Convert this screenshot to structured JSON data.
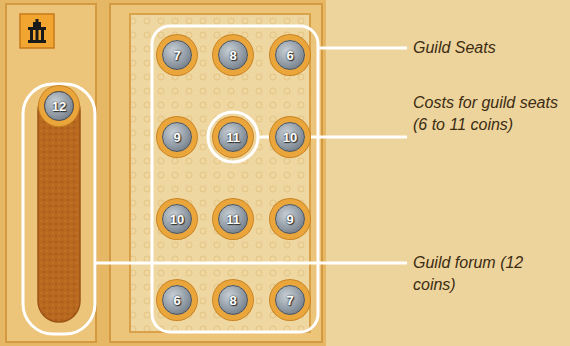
{
  "diagram": {
    "nodes": [
      {
        "text": [
          "7"
        ]
      },
      {
        "text": [
          "8"
        ]
      },
      {
        "text": [
          "6"
        ]
      },
      {
        "text": [
          "12"
        ]
      },
      {
        "text": [
          "9"
        ]
      },
      {
        "text": [
          "11"
        ]
      },
      {
        "text": [
          "10"
        ]
      },
      {
        "text": [
          "10"
        ]
      },
      {
        "text": [
          "11"
        ]
      },
      {
        "text": [
          "9"
        ]
      },
      {
        "text": [
          "6"
        ]
      },
      {
        "text": [
          "8"
        ]
      },
      {
        "text": [
          "7"
        ]
      }
    ],
    "labels": [
      "Guild Seats",
      "Costs for guild seats (6 to 11 coins)",
      "Guild forum (12 coins)"
    ]
  }
}
